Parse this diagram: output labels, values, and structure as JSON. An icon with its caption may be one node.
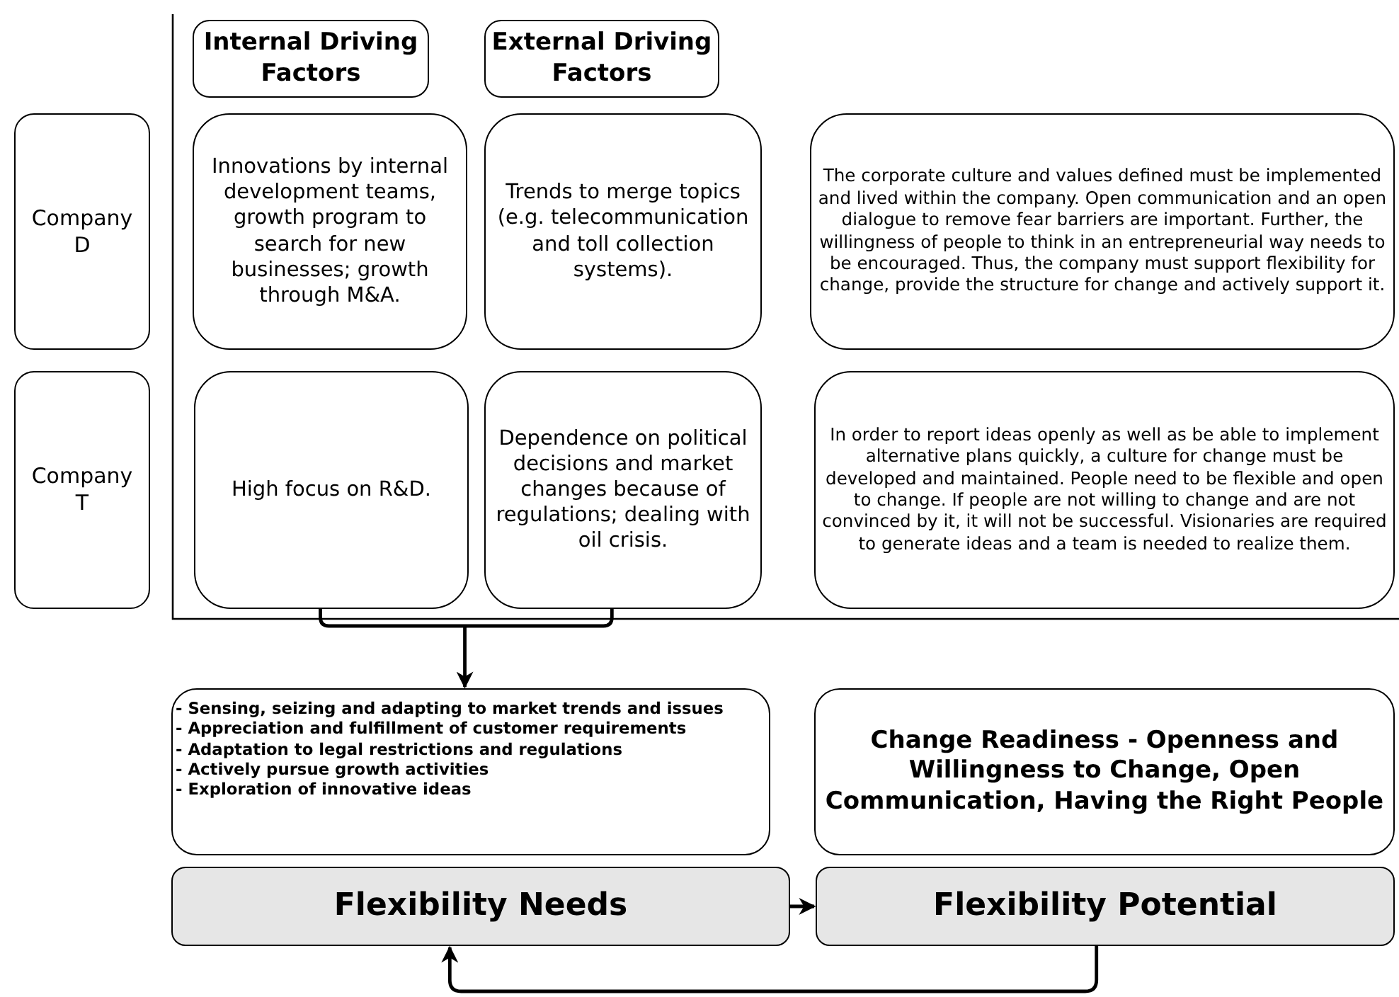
{
  "diagram": {
    "nodes": [
      {
        "text": [
          "Internal Driving Factors"
        ]
      },
      {
        "text": [
          "External Driving Factors"
        ]
      },
      {
        "text": [
          "Company D"
        ]
      },
      {
        "text": [
          "Innovations by internal development teams, growth program to search for new businesses; growth through M&A."
        ]
      },
      {
        "text": [
          "Trends to merge topics (e.g. telecommunication and toll collection systems)."
        ]
      },
      {
        "text": [
          "The corporate culture and values defined must be implemented and lived within the company. Open communication and an open dialogue to remove fear barriers are important. Further, the willingness of people to think in an entrepreneurial way needs to be encouraged. Thus, the company must support flexibility for change, provide the structure for change and actively support it."
        ]
      },
      {
        "text": [
          "Company T"
        ]
      },
      {
        "text": [
          "High focus on R&D."
        ]
      },
      {
        "text": [
          "Dependence on political decisions and market changes because of regulations; dealing with oil crisis."
        ]
      },
      {
        "text": [
          "In order to report ideas openly as well as be able to implement alternative plans quickly, a culture for change must be developed and maintained. People need to be flexible and open to change. If people are not willing to change and are not convinced by it, it will not be successful. Visionaries are required to generate ideas and a team is needed to realize them."
        ]
      },
      {
        "text": [
          "- Sensing, seizing and adapting to market trends and issues",
          "- Appreciation and fulfillment of customer requirements",
          "- Adaptation to legal restrictions and regulations",
          "- Actively pursue growth activities",
          "- Exploration of innovative ideas"
        ]
      },
      {
        "text": [
          "Change Readiness - Openness and Willingness to Change, Open Communication, Having the Right People"
        ]
      },
      {
        "text": [
          "Flexibility Needs"
        ]
      },
      {
        "text": [
          "Flexibility Potential"
        ]
      }
    ],
    "edges": [
      {
        "from": 7,
        "to": 10,
        "arrow": "to"
      },
      {
        "from": 8,
        "to": 10,
        "arrow": "to"
      },
      {
        "from": 12,
        "to": 13,
        "arrow": "to"
      },
      {
        "from": 13,
        "to": 12,
        "arrow": "to"
      }
    ]
  }
}
